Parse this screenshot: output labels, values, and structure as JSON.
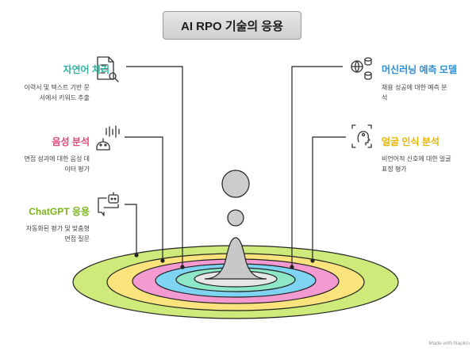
{
  "title": "AI RPO 기술의 응용",
  "items": [
    {
      "label": "자연어 처리",
      "desc1": "이력서 및 텍스트 기반 문",
      "desc2": "서에서 키워드 추출",
      "color": "#2db3a0",
      "icon": "document-search-icon"
    },
    {
      "label": "음성 분석",
      "desc1": "면접 성과에 대한 음성 데",
      "desc2": "이터 평가",
      "color": "#e0457b",
      "icon": "voice-robot-icon"
    },
    {
      "label": "ChatGPT 응용",
      "desc1": "자동화된 평가 및 맞춤형",
      "desc2": "면접 질문",
      "color": "#7cb518",
      "icon": "chatbot-icon"
    },
    {
      "label": "머신러닝 예측 모델",
      "desc1": "채용 성공에 대한 예측 분",
      "desc2": "석",
      "color": "#2f8fd0",
      "icon": "globe-database-icon"
    },
    {
      "label": "얼굴 인식 분석",
      "desc1": "비언어적 신호에 대한 얼굴",
      "desc2": "표정 평가",
      "color": "#e8b400",
      "icon": "face-scan-icon"
    }
  ],
  "watermark": "Made with  Napkin"
}
